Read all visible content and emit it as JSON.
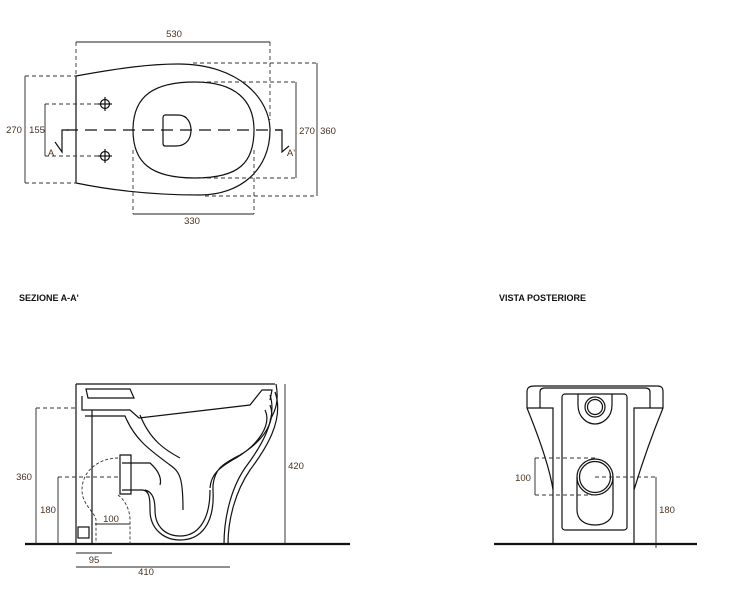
{
  "top_view": {
    "dim_width": "530",
    "dim_left_outer": "270",
    "dim_left_inner": "155",
    "dim_right_inner": "270",
    "dim_right_outer": "360",
    "dim_bowl": "330",
    "section_mark_left": "A",
    "section_mark_right": "A'"
  },
  "section_view": {
    "title": "SEZIONE A-A'",
    "dim_height": "420",
    "dim_inlet_height": "360",
    "dim_outlet_height": "180",
    "dim_outlet_width": "100",
    "dim_back_offset": "95",
    "dim_depth": "410"
  },
  "rear_view": {
    "title": "VISTA POSTERIORE",
    "dim_outlet_diameter": "100",
    "dim_outlet_height": "180"
  }
}
